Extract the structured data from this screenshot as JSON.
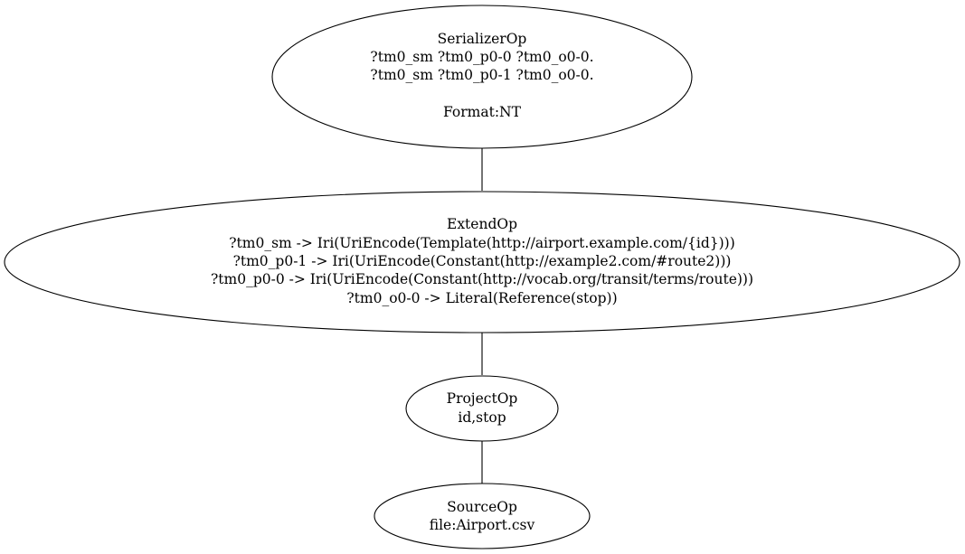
{
  "diagram": {
    "nodes": [
      {
        "id": "serializer",
        "lines": [
          "SerializerOp",
          "?tm0_sm ?tm0_p0-0 ?tm0_o0-0.",
          "?tm0_sm ?tm0_p0-1 ?tm0_o0-0.",
          "",
          "Format:NT"
        ]
      },
      {
        "id": "extend",
        "lines": [
          "ExtendOp",
          "?tm0_sm -> Iri(UriEncode(Template(http://airport.example.com/{id})))",
          "?tm0_p0-1 -> Iri(UriEncode(Constant(http://example2.com/#route2)))",
          "?tm0_p0-0 -> Iri(UriEncode(Constant(http://vocab.org/transit/terms/route)))",
          "?tm0_o0-0 -> Literal(Reference(stop))"
        ]
      },
      {
        "id": "project",
        "lines": [
          "ProjectOp",
          "id,stop"
        ]
      },
      {
        "id": "source",
        "lines": [
          "SourceOp",
          "file:Airport.csv"
        ]
      }
    ],
    "edges": [
      {
        "from": "serializer",
        "to": "extend"
      },
      {
        "from": "extend",
        "to": "project"
      },
      {
        "from": "project",
        "to": "source"
      }
    ]
  }
}
